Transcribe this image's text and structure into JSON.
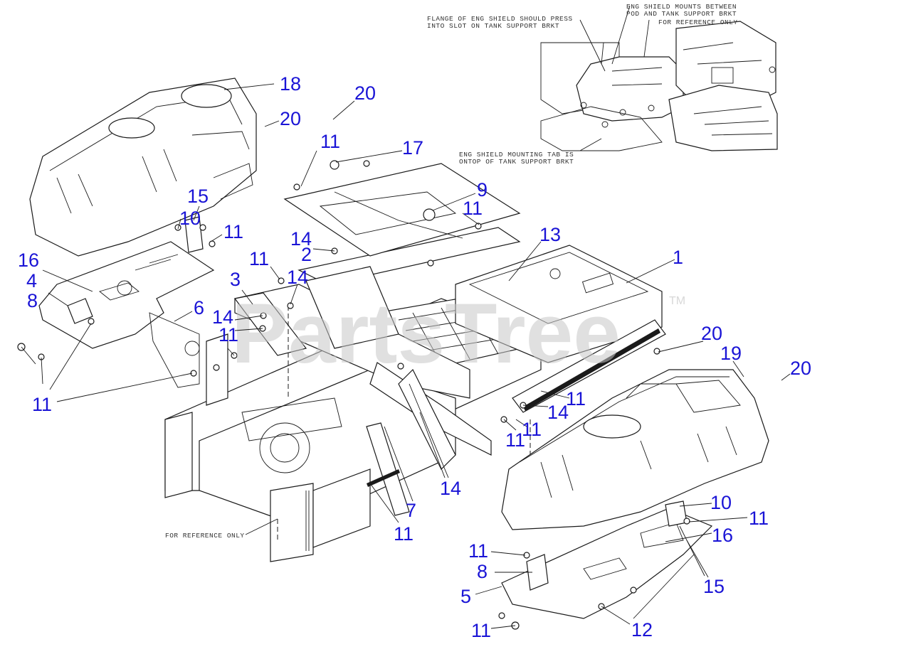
{
  "watermark": {
    "text": "PartsTree",
    "trademark": "TM"
  },
  "notes": {
    "flange_line1": "FLANGE OF ENG SHIELD SHOULD PRESS",
    "flange_line2": "INTO SLOT ON TANK SUPPORT BRKT",
    "mounts_line1": "ENG SHIELD MOUNTS BETWEEN",
    "mounts_line2": "POD AND TANK SUPPORT BRKT",
    "ref_top": "FOR REFERENCE ONLY",
    "tab_line1": "ENG SHIELD MOUNTING TAB IS",
    "tab_line2": "ONTOP OF TANK SUPPORT BRKT",
    "ref_bottom": "FOR REFERENCE ONLY"
  },
  "callouts": [
    "18",
    "20",
    "20",
    "11",
    "17",
    "9",
    "15",
    "10",
    "11",
    "11",
    "13",
    "14",
    "2",
    "16",
    "1",
    "11",
    "14",
    "4",
    "3",
    "8",
    "6",
    "14",
    "11",
    "20",
    "19",
    "20",
    "11",
    "11",
    "14",
    "11",
    "11",
    "14",
    "7",
    "11",
    "10",
    "11",
    "16",
    "11",
    "8",
    "15",
    "5",
    "12",
    "11"
  ],
  "colors": {
    "callout": "#1a14d6",
    "line": "#1a1a1a",
    "watermark": "#c8c8c8"
  }
}
